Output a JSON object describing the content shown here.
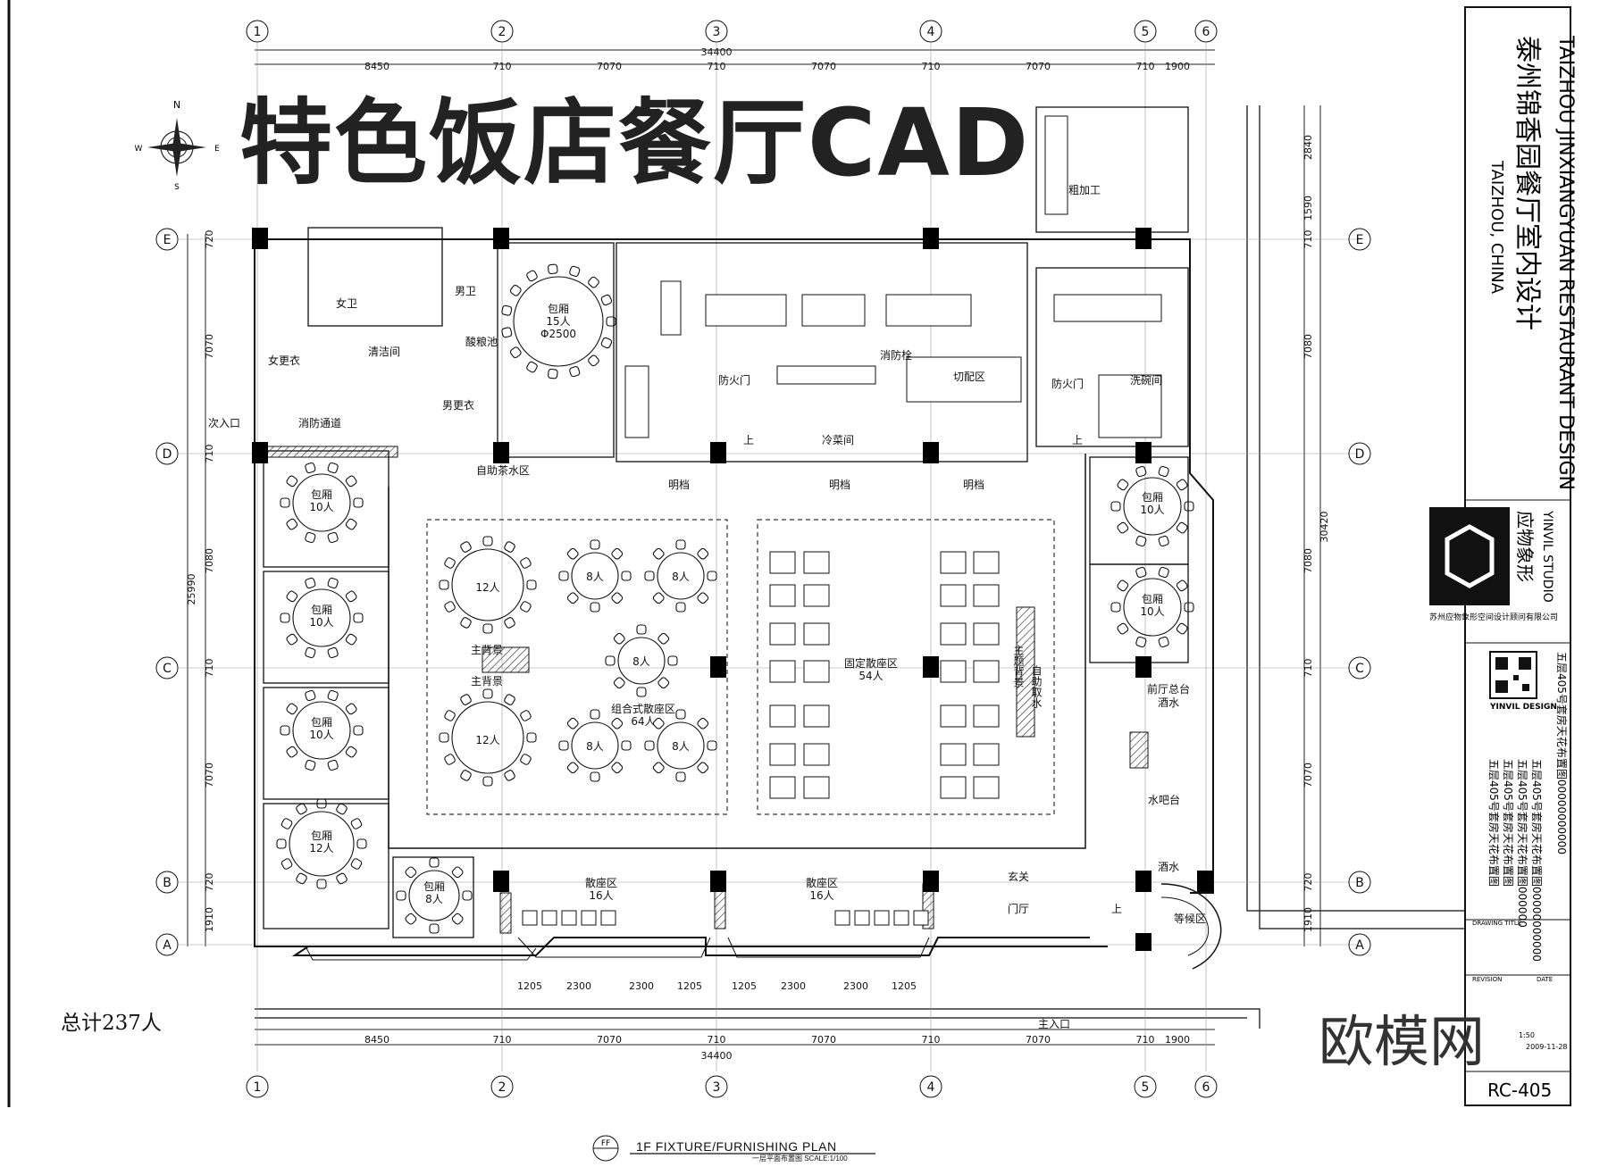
{
  "title": "特色饭店餐厅CAD",
  "total": "总计237人",
  "plan_title": "1F  FIXTURE/FURNISHING PLAN",
  "plan_subtitle": "一层平面布置图   SCALE:1/100",
  "plan_symbol": "FF",
  "watermark": "欧模网",
  "grid_cols": [
    "1",
    "2",
    "3",
    "4",
    "5",
    "6"
  ],
  "grid_rows": [
    "E",
    "D",
    "C",
    "B",
    "A"
  ],
  "dims_top": [
    "8450",
    "710",
    "7070",
    "710",
    "7070",
    "710",
    "7070",
    "710",
    "1900"
  ],
  "dims_total": "34400",
  "dims_left": "25990",
  "dims_left_parts": [
    "720",
    "7070",
    "710",
    "7080",
    "710",
    "7070",
    "720",
    "1910"
  ],
  "dims_right_total": "30420",
  "dims_right_parts": [
    "2840",
    "1590",
    "710",
    "7080",
    "7080",
    "710",
    "7070",
    "720",
    "1910"
  ],
  "dims_bottom_small": [
    "1205",
    "2300",
    "2300",
    "1205",
    "1205",
    "2300",
    "2300",
    "1205"
  ],
  "compass": {
    "n": "N",
    "s": "S",
    "e": "E",
    "w": "W"
  },
  "rooms": {
    "female_wc": "女卫",
    "male_wc": "男卫",
    "cleaning": "清洁间",
    "female_change": "女更衣",
    "male_change": "男更衣",
    "side_entrance": "次入口",
    "fire_passage": "消防通道",
    "tea_area": "自助茶水区",
    "private_big": "包厢",
    "private_big_cap": "15人",
    "private_big_dia": "Φ2500",
    "private": "包厢",
    "cap10": "10人",
    "cap12": "12人",
    "cap8": "8人",
    "cap8b": "8人",
    "twelve": "12人",
    "eight": "8人",
    "bg_main": "主背景",
    "combo_area": "组合式散座区",
    "combo_cap": "64人",
    "fixed_area": "固定散座区",
    "fixed_cap": "54人",
    "theme_bg": "主题背景",
    "buffet": "自助取水",
    "scatter": "散座区",
    "scatter_cap": "16人",
    "lobby": "门厅",
    "vestibule": "玄关",
    "waiting": "等候区",
    "front_desk": "前厅总台",
    "drinks": "酒水",
    "water_bar": "水吧台",
    "main_entrance": "主入口",
    "fire_door": "防火门",
    "cold_dish": "冷菜间",
    "hydrant": "消防栓",
    "prep": "切配区",
    "rough": "粗加工",
    "dish_wash": "洗碗间",
    "pass": "明档",
    "up": "上",
    "rice": "酸粮池"
  },
  "titleblock": {
    "cn_name": "泰州锦香园餐厅室内设计",
    "en_name": "TAIZHOU JINXIANGYUAN RESTAURANT DESIGN",
    "location": "TAIZHOU, CHINA",
    "studio_cn": "应物象形",
    "studio_en": "YINVIL STUDIO",
    "company": "苏州应物象形空间设计顾问有限公司",
    "brand": "YINVIL DESIGN",
    "drawing_title_label": "DRAWING TITLE",
    "sheet_rows": [
      "五层405号套房天花布置图",
      "五层405号套房天花布置图",
      "五层405号套房天花布置图000000",
      "五层405号套房天花布置图00000000000"
    ],
    "revision": "REVISION",
    "date_label": "DATE",
    "scale": "1:50",
    "date": "2009-11-28",
    "sheet_no": "RC-405"
  }
}
